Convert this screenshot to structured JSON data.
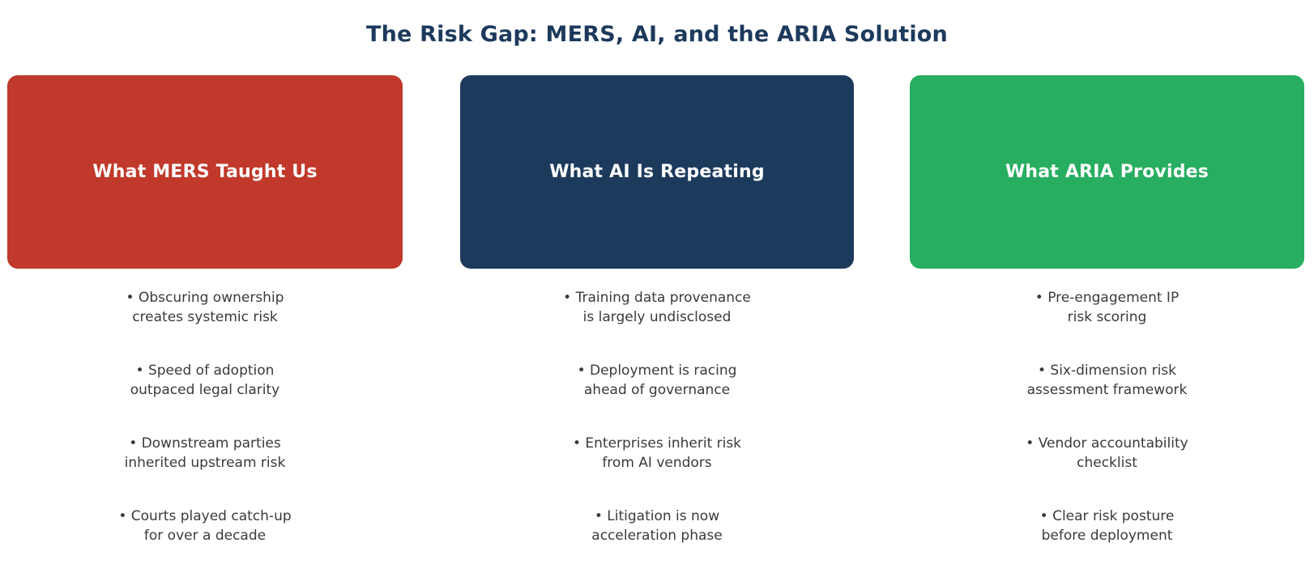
{
  "title": "The Risk Gap: MERS, AI, and the ARIA Solution",
  "colors": {
    "background": "#ffffff",
    "title_text": "#1c3a5c",
    "header_text": "#ffffff",
    "bullet_text": "#3a3a3a",
    "mers_red": "#c0392b",
    "ai_navy": "#1c3a5c",
    "aria_green": "#27ae60"
  },
  "columns": [
    {
      "id": "mers",
      "header": "What MERS Taught Us",
      "color": "#c0392b",
      "bullets": [
        "• Obscuring ownership\ncreates systemic risk",
        "• Speed of adoption\noutpaced legal clarity",
        "• Downstream parties\ninherited upstream risk",
        "• Courts played catch-up\nfor over a decade"
      ]
    },
    {
      "id": "ai",
      "header": "What AI Is Repeating",
      "color": "#1c3a5c",
      "bullets": [
        "• Training data provenance\nis largely undisclosed",
        "• Deployment is racing\nahead of governance",
        "• Enterprises inherit risk\nfrom AI vendors",
        "• Litigation is now\nacceleration phase"
      ]
    },
    {
      "id": "aria",
      "header": "What ARIA Provides",
      "color": "#27ae60",
      "bullets": [
        "• Pre-engagement IP\nrisk scoring",
        "• Six-dimension risk\nassessment framework",
        "• Vendor accountability\nchecklist",
        "• Clear risk posture\nbefore deployment"
      ]
    }
  ]
}
